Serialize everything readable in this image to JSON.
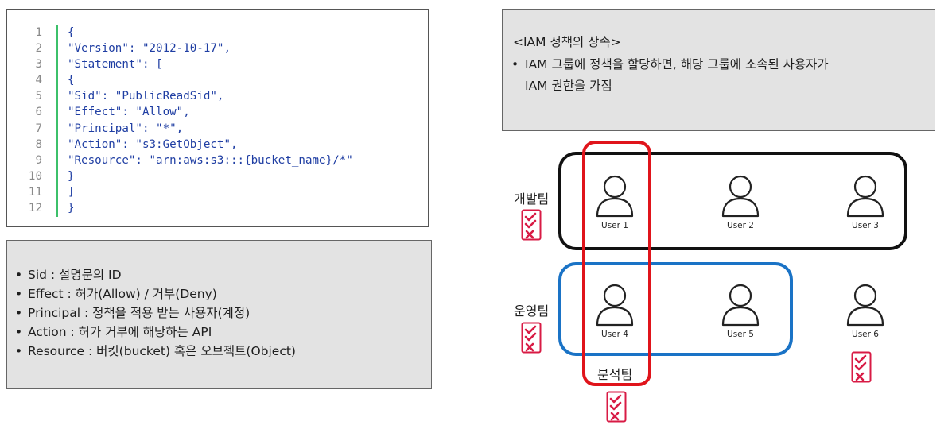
{
  "code": {
    "line_numbers": [
      "1",
      "2",
      "3",
      "4",
      "5",
      "6",
      "7",
      "8",
      "9",
      "10",
      "11",
      "12"
    ],
    "lines": [
      "{",
      "\"Version\": \"2012-10-17\",",
      "\"Statement\": [",
      "{",
      "\"Sid\": \"PublicReadSid\",",
      "\"Effect\": \"Allow\",",
      "\"Principal\": \"*\",",
      "\"Action\": \"s3:GetObject\",",
      "\"Resource\": \"arn:aws:s3:::{bucket_name}/*\"",
      "}",
      "]",
      "}"
    ]
  },
  "description": {
    "bullet": "•",
    "items": [
      "Sid : 설명문의 ID",
      "Effect : 허가(Allow) / 거부(Deny)",
      "Principal : 정책을 적용 받는 사용자(계정)",
      "Action : 허가 거부에 해당하는 API",
      "Resource : 버킷(bucket) 혹은 오브젝트(Object)"
    ]
  },
  "iam": {
    "title": "<IAM 정책의 상속>",
    "bullet": "•",
    "text_line1": "IAM 그룹에 정책을 할당하면, 해당 그룹에 소속된 사용자가",
    "text_line2": "IAM 권한을 가짐"
  },
  "teams": {
    "dev": "개발팀",
    "ops": "운영팀",
    "analytics": "분석팀"
  },
  "users": [
    "User 1",
    "User 2",
    "User 3",
    "User 4",
    "User 5",
    "User 6"
  ],
  "colors": {
    "dev_group": "#111111",
    "ops_group": "#1a73c6",
    "analytics_group": "#e0141b",
    "policy_icon": "#d81b45",
    "panel_bg": "#e3e3e3"
  },
  "icons": {
    "user": "user-icon",
    "policy": "policy-checklist-icon"
  }
}
